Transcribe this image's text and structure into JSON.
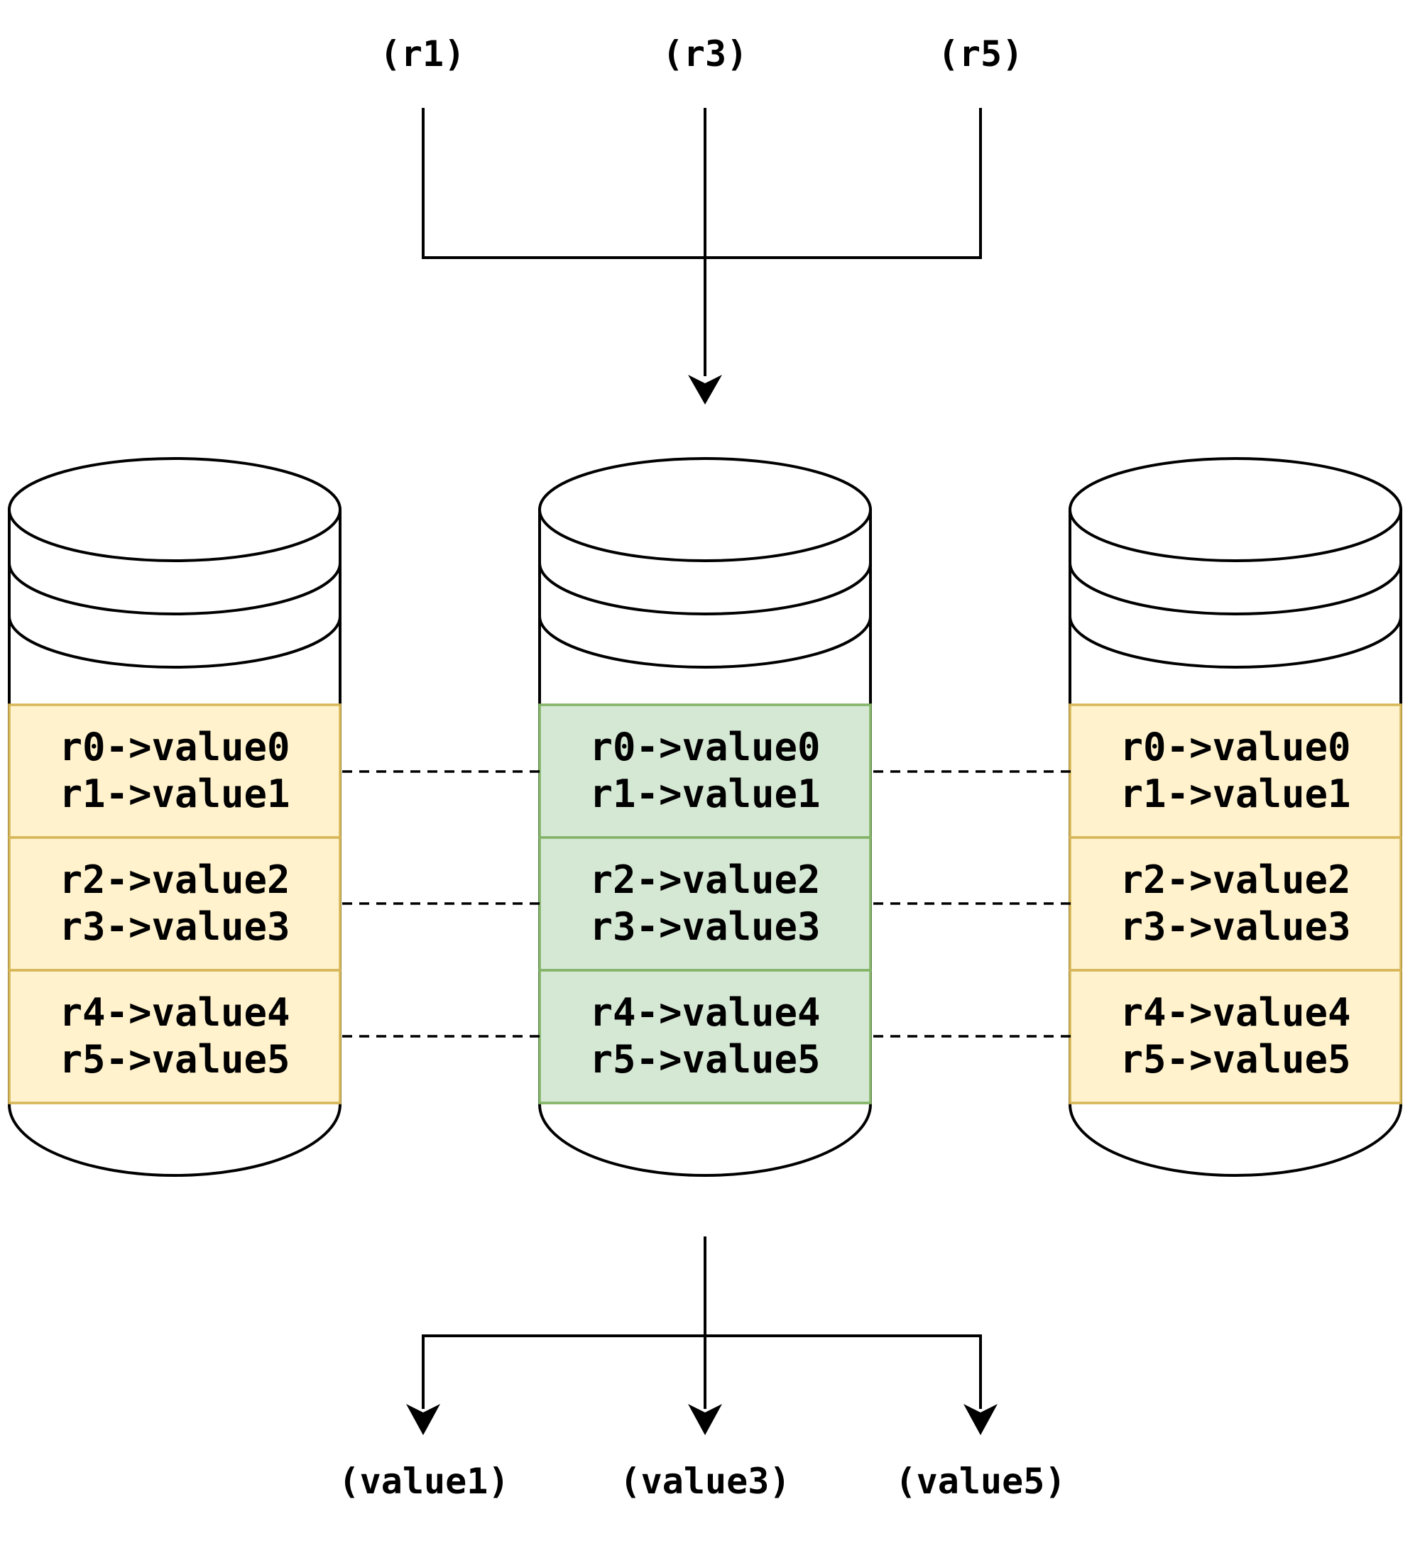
{
  "inputs": [
    "(r1)",
    "(r3)",
    "(r5)"
  ],
  "outputs": [
    "(value1)",
    "(value3)",
    "(value5)"
  ],
  "colors": {
    "replica_fill": "#fff2cc",
    "replica_stroke": "#d6b656",
    "primary_fill": "#d5e8d4",
    "primary_stroke": "#82b366",
    "line": "#000000"
  },
  "nodes": [
    {
      "role": "replica",
      "cells": [
        [
          "r0->value0",
          "r1->value1"
        ],
        [
          "r2->value2",
          "r3->value3"
        ],
        [
          "r4->value4",
          "r5->value5"
        ]
      ]
    },
    {
      "role": "primary",
      "cells": [
        [
          "r0->value0",
          "r1->value1"
        ],
        [
          "r2->value2",
          "r3->value3"
        ],
        [
          "r4->value4",
          "r5->value5"
        ]
      ]
    },
    {
      "role": "replica",
      "cells": [
        [
          "r0->value0",
          "r1->value1"
        ],
        [
          "r2->value2",
          "r3->value3"
        ],
        [
          "r4->value4",
          "r5->value5"
        ]
      ]
    }
  ]
}
